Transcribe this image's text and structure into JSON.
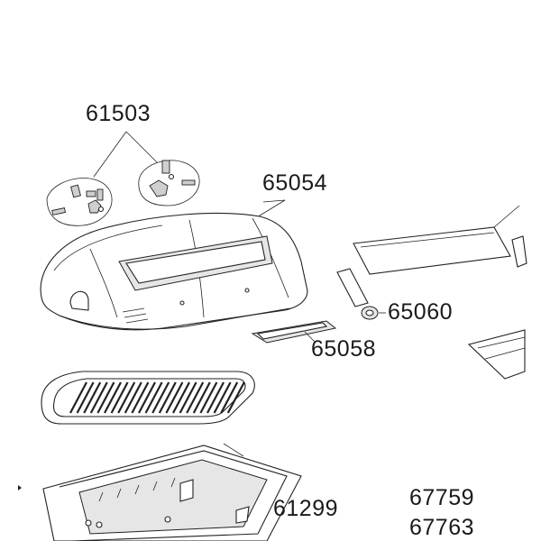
{
  "labels": {
    "pin_kit": "61503",
    "lid": "65054",
    "knob": "65060",
    "handle": "65058",
    "base": "61299",
    "code_1": "67759",
    "code_2": "67763"
  }
}
